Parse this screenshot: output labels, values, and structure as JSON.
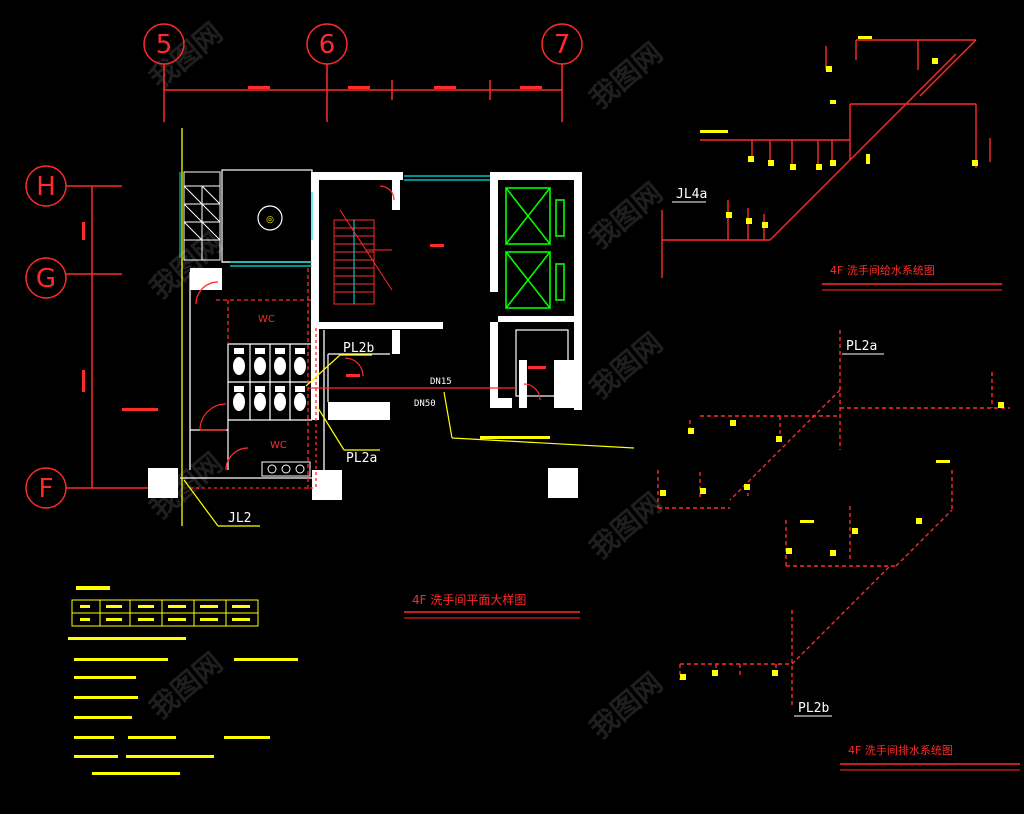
{
  "grid": {
    "columns": [
      "5",
      "6",
      "7"
    ],
    "rows": [
      "H",
      "G",
      "F"
    ]
  },
  "plan": {
    "room_wc_top": "WC",
    "room_wc_bottom": "WC",
    "room_left": "",
    "pipe_tags": [
      "PL2b",
      "PL2a",
      "JL2"
    ],
    "dn_labels": [
      "DN15",
      "DN50"
    ],
    "note_label": ""
  },
  "titles": {
    "plan_title": "4F 洗手间平面大样图",
    "supply_title": "4F 洗手间给水系统图",
    "drain_title": "4F 洗手间排水系统图"
  },
  "system": {
    "supply_tag": "JL4a",
    "drain_tags": [
      "PL2a",
      "PL2b"
    ]
  },
  "notes": {
    "heading": "",
    "table_rows": [
      [
        "",
        "",
        "",
        "",
        "",
        ""
      ],
      [
        "",
        "",
        "",
        "",
        "",
        ""
      ]
    ]
  },
  "colors": {
    "background": "#000000",
    "wall": "#ffffff",
    "grid": "#ff2a2a",
    "cyan": "#00e5e5",
    "green": "#00ff00",
    "yellow": "#ffff00",
    "red": "#ff2a2a"
  }
}
